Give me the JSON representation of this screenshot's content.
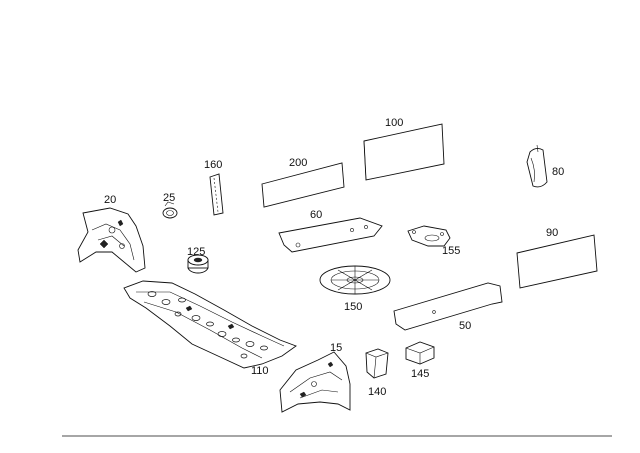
{
  "diagram": {
    "labels": {
      "p100": "100",
      "p200": "200",
      "p160": "160",
      "p80": "80",
      "p20": "20",
      "p25": "25",
      "p60": "60",
      "p155": "155",
      "p90": "90",
      "p125": "125",
      "p150": "150",
      "p50": "50",
      "p110": "110",
      "p15": "15",
      "p140": "140",
      "p145": "145"
    }
  }
}
